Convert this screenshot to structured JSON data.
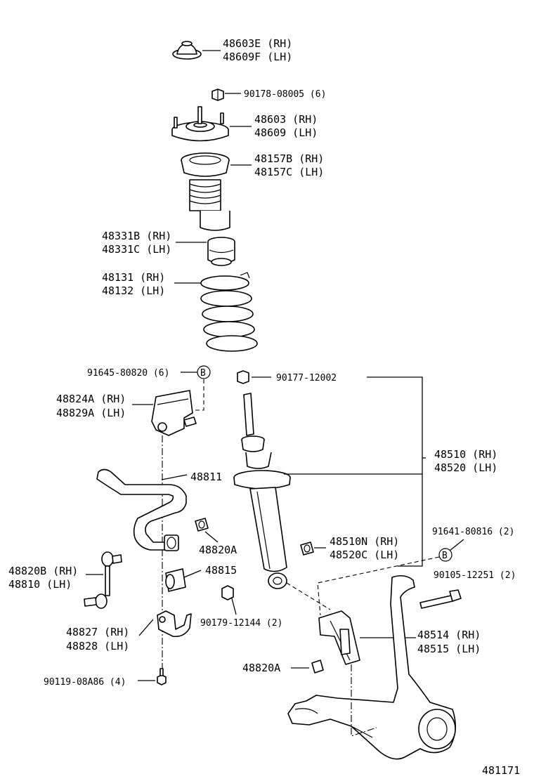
{
  "labels": {
    "mount_cover": [
      "48603E (RH)",
      "48609F (LH)"
    ],
    "nut_top": "90178-08005 (6)",
    "support": [
      "48603 (RH)",
      "48609 (LH)"
    ],
    "boot": [
      "48157B (RH)",
      "48157C (LH)"
    ],
    "bumper": [
      "48331B (RH)",
      "48331C (LH)"
    ],
    "spring": [
      "48131 (RH)",
      "48132 (LH)"
    ],
    "bolt_b": "91645-80820 (6)",
    "nut_absorber": "90177-12002",
    "bracket": [
      "48824A (RH)",
      "48829A (LH)"
    ],
    "absorber": [
      "48510 (RH)",
      "48520 (LH)"
    ],
    "stabilizer_bar": "48811",
    "bush_small": "48820A",
    "bush_lower": [
      "48510N (RH)",
      "48520C (LH)"
    ],
    "bolt_b2": "91641-80816 (2)",
    "link": [
      "48820B (RH)",
      "48810  (LH)"
    ],
    "bush_stab": "48815",
    "bolt_long": "90105-12251 (2)",
    "nut_lower": "90179-12144 (2)",
    "clamp": [
      "48827 (RH)",
      "48828 (LH)"
    ],
    "arm_bracket": [
      "48514 (RH)",
      "48515 (LH)"
    ],
    "bush_arm": "48820A",
    "bolt_bottom": "90119-08A86 (4)",
    "diagram_id": "481171",
    "callout_b": "B"
  }
}
